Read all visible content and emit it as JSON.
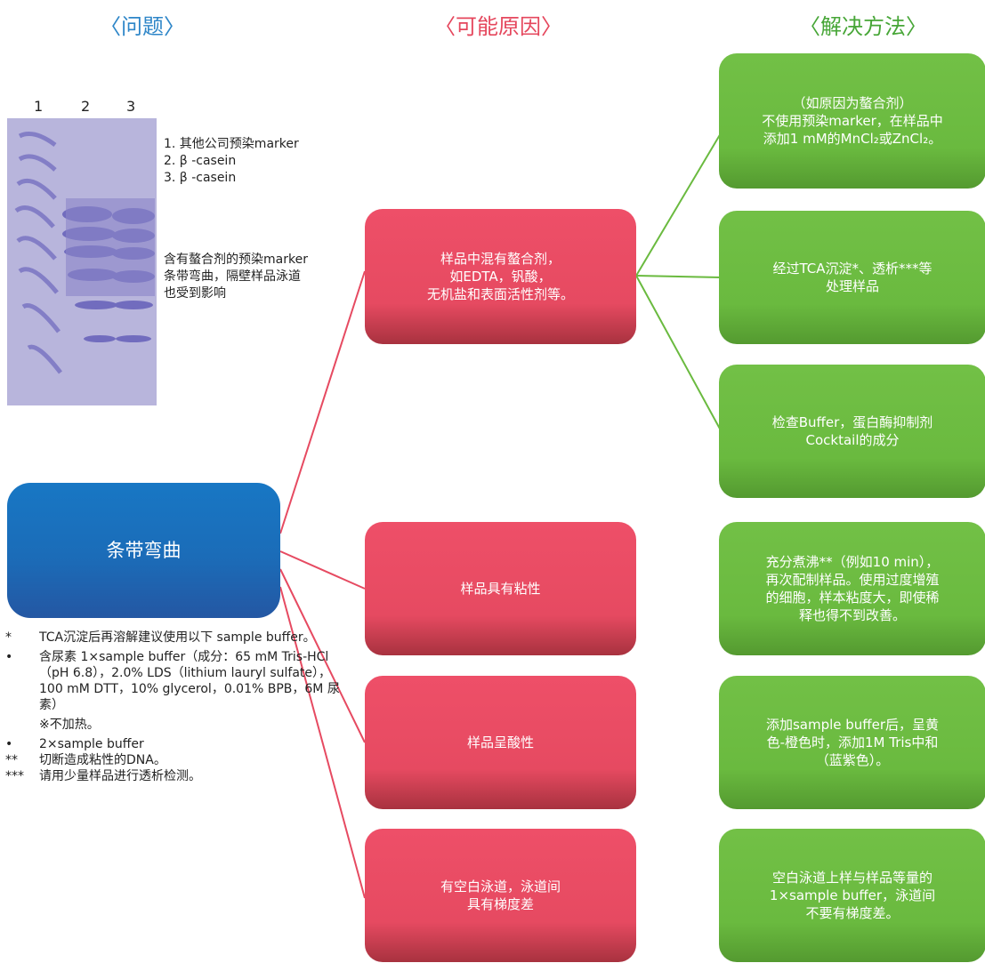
{
  "headings": {
    "problem": "〈问题〉",
    "cause": "〈可能原因〉",
    "solution": "〈解决方法〉"
  },
  "colors": {
    "problem_heading": "#2e86c8",
    "cause_heading": "#e5475d",
    "solution_heading": "#47a637",
    "problem_box": "#1b6cb8",
    "cause_box": "#e64a61",
    "solution_box": "#6aba3f",
    "connector_red": "#e64a61",
    "connector_green": "#6aba3f"
  },
  "gel": {
    "lanes": [
      "1",
      "2",
      "3"
    ],
    "legend": [
      "1. 其他公司预染marker",
      "2. β -casein",
      "3. β -casein"
    ],
    "note": "含有螯合剂的预染marker\n条带弯曲，隔壁样品泳道\n也受到影响"
  },
  "problem": "条带弯曲",
  "causes": [
    "样品中混有螯合剂，\n如EDTA，钒酸，\n无机盐和表面活性剂等。",
    "样品具有粘性",
    "样品呈酸性",
    "有空白泳道，泳道间\n具有梯度差"
  ],
  "solutions": [
    "（如原因为螯合剂）\n不使用预染marker，在样品中\n添加1 mM的MnCl₂或ZnCl₂。",
    "经过TCA沉淀*、透析***等\n处理样品",
    "检查Buffer，蛋白酶抑制剂\nCocktail的成分",
    "充分煮沸**（例如10 min），\n再次配制样品。使用过度增殖\n的细胞，样本粘度大，即使稀\n释也得不到改善。",
    "添加sample buffer后，呈黄\n色-橙色时，添加1M Tris中和\n（蓝紫色）。",
    "空白泳道上样与样品等量的\n1×sample buffer，泳道间\n不要有梯度差。"
  ],
  "footnotes": {
    "star1_mark": "*",
    "star1_text": "TCA沉淀后再溶解建议使用以下 sample buffer。",
    "bullet1_mark": "•",
    "bullet1_text": "含尿素 1×sample buffer（成分：65 mM Tris-HCl（pH 6.8），2.0% LDS（lithium lauryl sulfate），100 mM DTT，10% glycerol，0.01% BPB，6M 尿素）",
    "bullet1_note": "※不加热。",
    "bullet2_mark": "•",
    "bullet2_text": "2×sample buffer",
    "star2_mark": "**",
    "star2_text": "切断造成粘性的DNA。",
    "star3_mark": "***",
    "star3_text": "请用少量样品进行透析检测。"
  }
}
